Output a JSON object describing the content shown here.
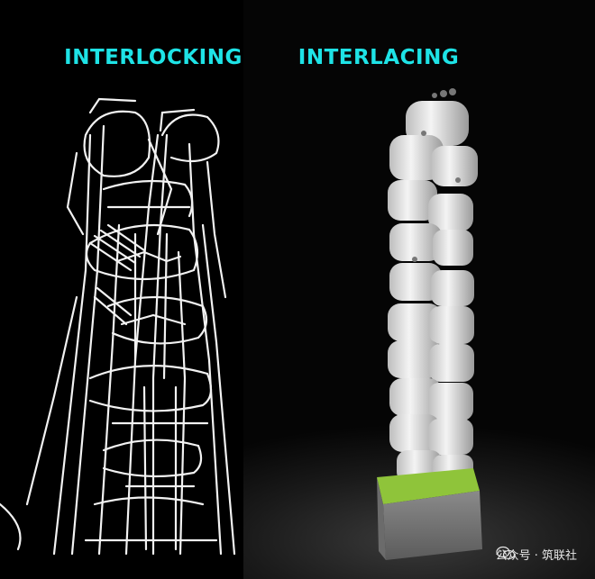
{
  "left": {
    "heading": "INTERLOCKING"
  },
  "right": {
    "heading": "INTERLACING"
  },
  "watermark": {
    "text": "公众号 · 筑联社",
    "icon": "wechat-icon"
  },
  "colors": {
    "heading": "#1ee3e6",
    "background": "#000000",
    "sketch": "#ffffff",
    "module": "#e4e4e4",
    "base": "#8fc43a"
  }
}
